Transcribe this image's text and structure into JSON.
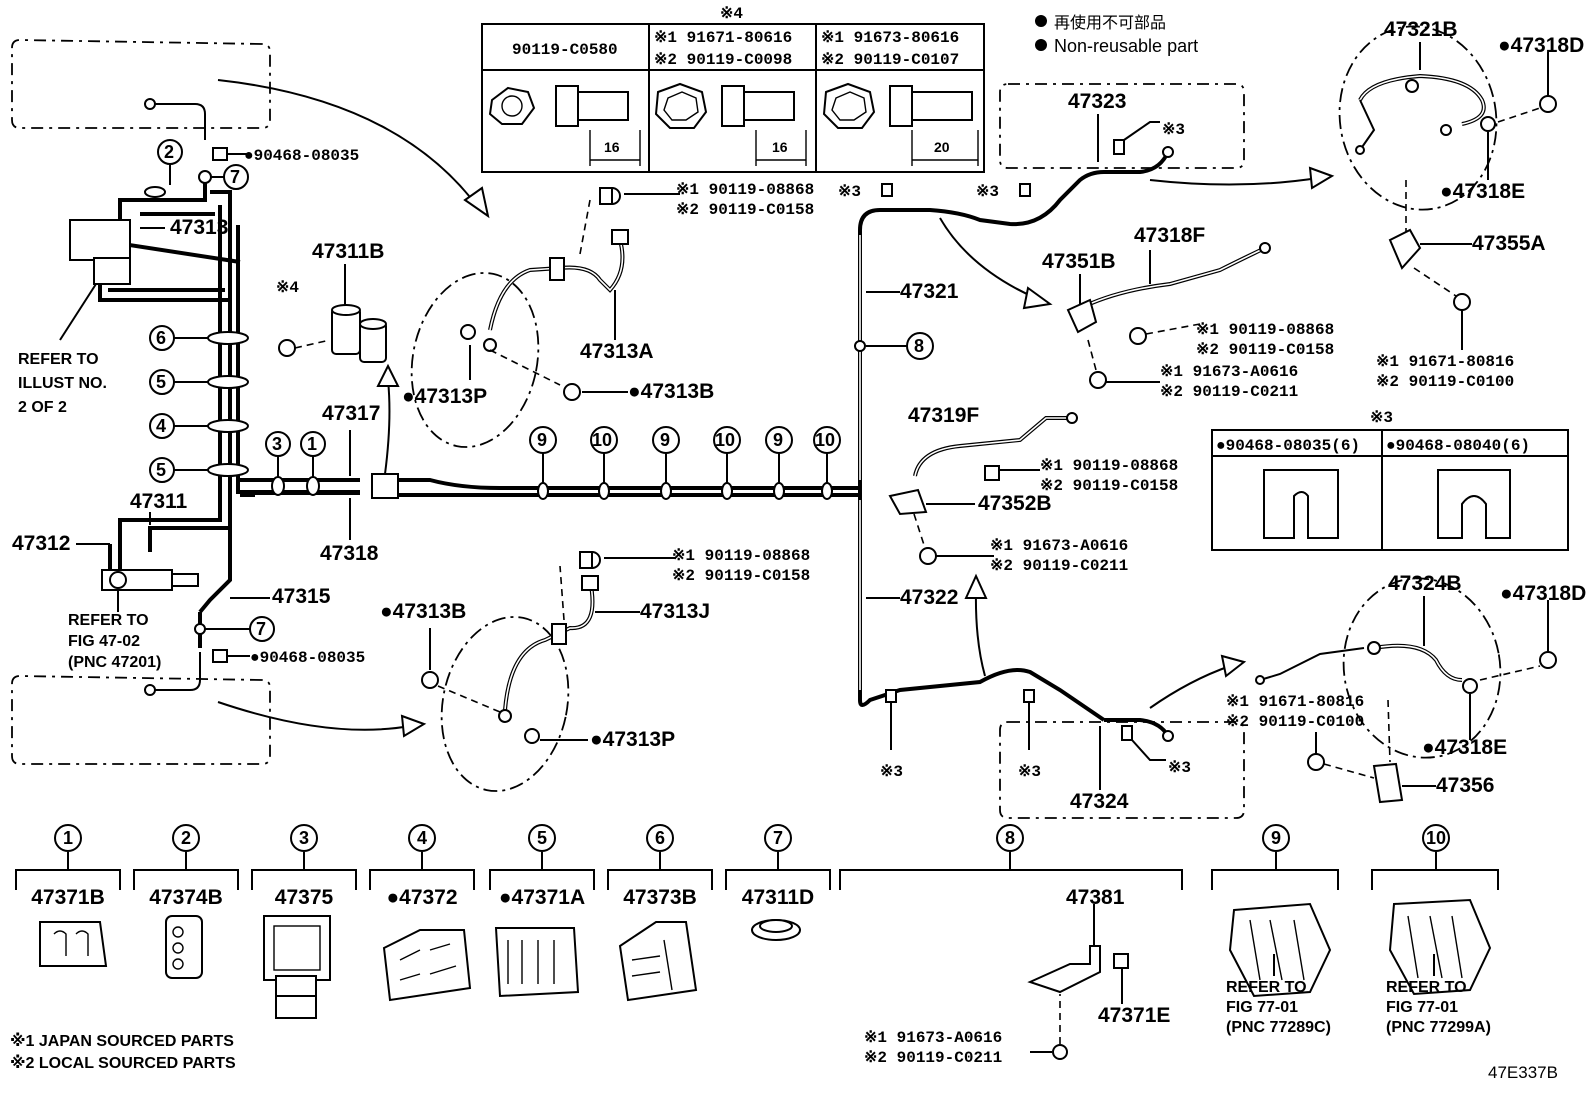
{
  "legend": {
    "jp": "再使用不可部品",
    "en": "Non-reusable part"
  },
  "ref_code": "47E337B",
  "footnotes": [
    "※1 JAPAN SOURCED PARTS",
    "※2 LOCAL SOURCED PARTS"
  ],
  "bolt_table": {
    "marker": "※4",
    "col1": "90119-C0580",
    "col2a": "※1 91671-80616",
    "col2b": "※2 90119-C0098",
    "col3a": "※1 91673-80616",
    "col3b": "※2 90119-C0107",
    "len1": "16",
    "len2": "16",
    "len3": "20"
  },
  "clip_table": {
    "marker": "※3",
    "col1": "●90468-08035(6)",
    "col2": "●90468-08040(6)"
  },
  "refer_illust": [
    "REFER TO",
    "ILLUST NO.",
    "2 OF 2"
  ],
  "refer_fig": [
    "REFER TO",
    "FIG 47-02",
    "(PNC 47201)"
  ],
  "refer_9": [
    "REFER TO",
    "FIG 77-01",
    "(PNC 77289C)"
  ],
  "refer_10": [
    "REFER TO",
    "FIG 77-01",
    "(PNC 77299A)"
  ],
  "labels": {
    "p47313": "47313",
    "p47311B": "47311B",
    "p47317": "47317",
    "p47311": "47311",
    "p47312": "47312",
    "p47318": "47318",
    "p47315": "47315",
    "p90468_top": "●90468-08035",
    "p90468_bot": "●90468-08035",
    "x4": "※4",
    "p47313A": "47313A",
    "p47313P_top": "●47313P",
    "p47313B_top": "●47313B",
    "p47313B_bot": "●47313B",
    "p47313P_bot": "●47313P",
    "p47313J": "47313J",
    "b1a": "※1 90119-08868",
    "b1b": "※2 90119-C0158",
    "b2a": "※1 90119-08868",
    "b2b": "※2 90119-C0158",
    "p47321": "47321",
    "p47322": "47322",
    "p47323": "47323",
    "p47324": "47324",
    "p47318F": "47318F",
    "p47351B": "47351B",
    "b3a": "※1 90119-08868",
    "b3b": "※2 90119-C0158",
    "b4a": "※1 91673-A0616",
    "b4b": "※2 90119-C0211",
    "p47319F": "47319F",
    "p47352B": "47352B",
    "b5a": "※1 90119-08868",
    "b5b": "※2 90119-C0158",
    "b6a": "※1 91673-A0616",
    "b6b": "※2 90119-C0211",
    "p47321B": "47321B",
    "p47318D_top": "●47318D",
    "p47318E_top": "●47318E",
    "p47355A": "47355A",
    "b7a": "※1 91671-80816",
    "b7b": "※2 90119-C0100",
    "p47324B": "47324B",
    "p47318D_bot": "●47318D",
    "p47318E_bot": "●47318E",
    "p47356": "47356",
    "b8a": "※1 91671-80816",
    "b8b": "※2 90119-C0100",
    "x3": "※3",
    "p47381": "47381",
    "p47371E": "47371E",
    "b9a": "※1 91673-A0616",
    "b9b": "※2 90119-C0211"
  },
  "callout_numbers": [
    "1",
    "2",
    "3",
    "4",
    "5",
    "6",
    "7",
    "8",
    "9",
    "10"
  ],
  "legend_parts": [
    {
      "num": "1",
      "part": "47371B"
    },
    {
      "num": "2",
      "part": "47374B"
    },
    {
      "num": "3",
      "part": "47375"
    },
    {
      "num": "4",
      "part": "●47372"
    },
    {
      "num": "5",
      "part": "●47371A"
    },
    {
      "num": "6",
      "part": "47373B"
    },
    {
      "num": "7",
      "part": "47311D"
    },
    {
      "num": "8",
      "part": ""
    },
    {
      "num": "9",
      "part": ""
    },
    {
      "num": "10",
      "part": ""
    }
  ]
}
